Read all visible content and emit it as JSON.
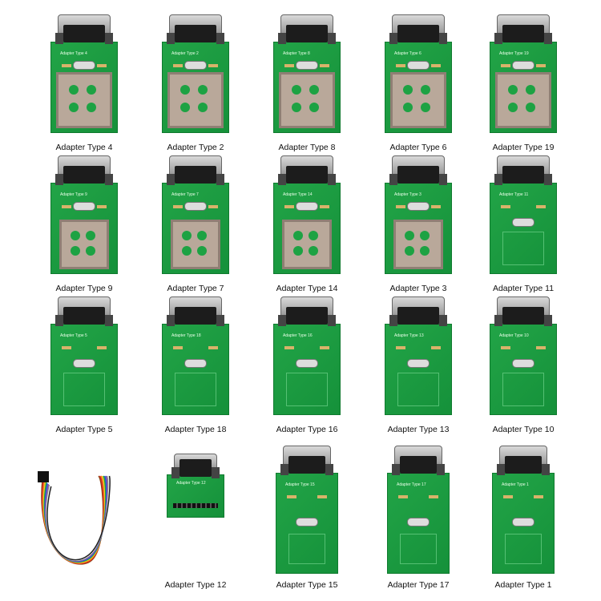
{
  "products": [
    {
      "label": "Adapter Type 4",
      "socket": true
    },
    {
      "label": "Adapter Type 2",
      "socket": true
    },
    {
      "label": "Adapter Type 8",
      "socket": true
    },
    {
      "label": "Adapter Type 6",
      "socket": true
    },
    {
      "label": "Adapter Type 19",
      "socket": true
    },
    {
      "label": "Adapter Type 9",
      "socket": true
    },
    {
      "label": "Adapter Type 7",
      "socket": true
    },
    {
      "label": "Adapter Type 14",
      "socket": true
    },
    {
      "label": "Adapter Type 3",
      "socket": true
    },
    {
      "label": "Adapter Type 11",
      "socket": false
    },
    {
      "label": "Adapter Type 5",
      "socket": false
    },
    {
      "label": "Adapter Type 18",
      "socket": false
    },
    {
      "label": "Adapter Type 16",
      "socket": false
    },
    {
      "label": "Adapter Type 13",
      "socket": false
    },
    {
      "label": "Adapter Type 10",
      "socket": false
    },
    {
      "label": "",
      "cable": true
    },
    {
      "label": "Adapter Type 12",
      "socket": false,
      "small": true
    },
    {
      "label": "Adapter Type 15",
      "socket": false
    },
    {
      "label": "Adapter Type 17",
      "socket": false
    },
    {
      "label": "Adapter Type 1",
      "socket": false
    }
  ],
  "colors": {
    "pcb": "#1c9a40",
    "socket": "#b9a89a",
    "background": "#ffffff"
  }
}
